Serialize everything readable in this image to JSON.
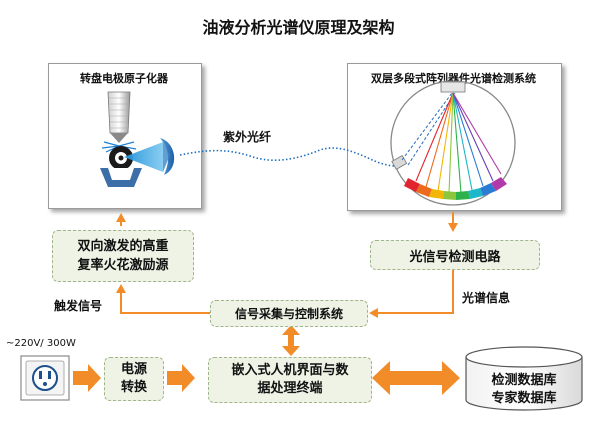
{
  "title": "油液分析光谱仪原理及架构",
  "panels": {
    "left_title": "转盘电极原子化器",
    "right_title": "双层多段式阵列器件光谱检测系统"
  },
  "labels": {
    "fiber": "紫外光纤",
    "trigger": "触发信号",
    "spectrum_info": "光谱信息",
    "voltage": "~220V/ 300W"
  },
  "boxes": {
    "spark_source_line1": "双向激发的高重",
    "spark_source_line2": "复率火花激励源",
    "detect_circuit": "光信号检测电路",
    "control_system": "信号采集与控制系统",
    "power_line1": "电源",
    "power_line2": "转换",
    "terminal_line1": "嵌入式人机界面与数",
    "terminal_line2": "据处理终端"
  },
  "database": {
    "line1": "检测数据库",
    "line2": "专家数据库"
  },
  "colors": {
    "arrow_orange": "#f28c28",
    "box_green": "#eef3e6",
    "fiber_blue": "#1d6fc0",
    "beam_blue": "#2a9fe0"
  }
}
